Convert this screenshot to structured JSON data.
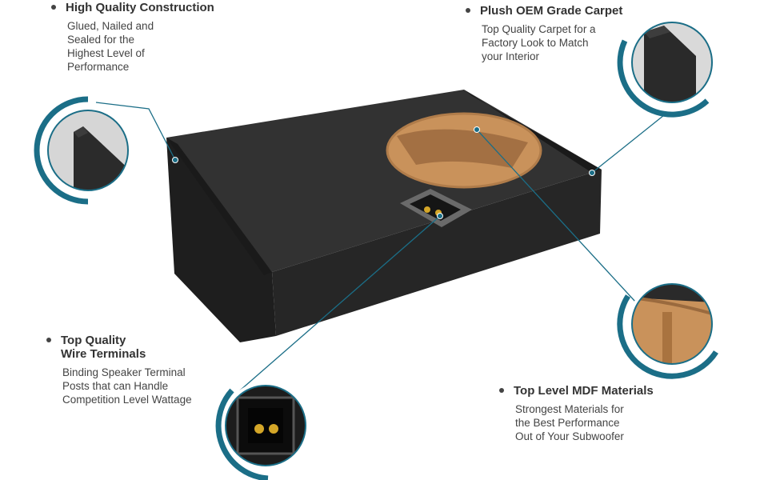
{
  "colors": {
    "accent": "#1b6e87",
    "box_carpet": "#2a2a2a",
    "mdf_wood": "#c9925b",
    "text": "#333333"
  },
  "features": [
    {
      "id": "construction",
      "title_lines": [
        "High Quality Construction"
      ],
      "desc_lines": [
        "Glued, Nailed and",
        "Sealed for the",
        "Highest Level of",
        "Performance"
      ]
    },
    {
      "id": "carpet",
      "title_lines": [
        "Plush OEM Grade Carpet"
      ],
      "desc_lines": [
        "Top Quality Carpet for a",
        "Factory Look to Match",
        "your Interior"
      ]
    },
    {
      "id": "terminals",
      "title_lines": [
        "Top Quality",
        "Wire Terminals"
      ],
      "desc_lines": [
        "Binding Speaker Terminal",
        "Posts that can Handle",
        "Competition Level Wattage"
      ]
    },
    {
      "id": "mdf",
      "title_lines": [
        "Top Level MDF Materials"
      ],
      "desc_lines": [
        "Strongest Materials for",
        "the Best Performance",
        "Out of  Your Subwoofer"
      ]
    }
  ]
}
